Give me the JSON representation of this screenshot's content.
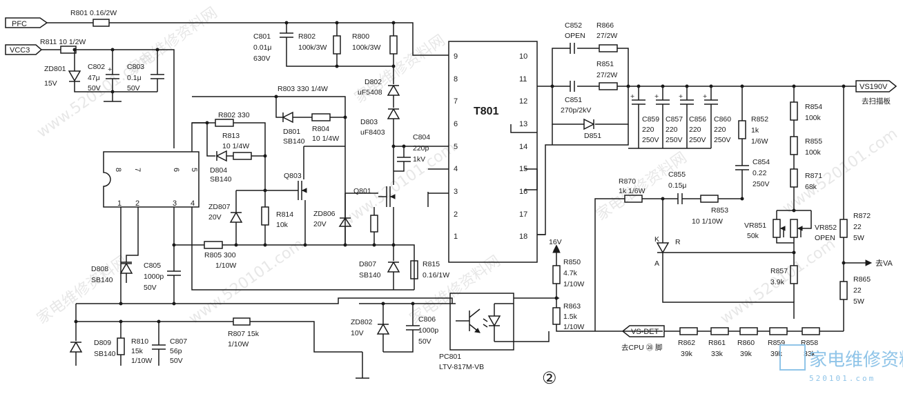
{
  "ports": {
    "pfc": "PFC",
    "vcc3": "VCC3",
    "vs190v": "VS190V",
    "vs190v_dest": "去扫描板",
    "to_va": "去VA",
    "vs_det": "VS-DET",
    "vs_det_dest": "去CPU ㉘ 脚"
  },
  "parts": {
    "r801": "R801 0.16/2W",
    "r811": "R811 10 1/2W",
    "zd801": [
      "ZD801",
      "15V"
    ],
    "c802": [
      "C802",
      "47μ",
      "50V"
    ],
    "c803": [
      "C803",
      "0.1μ",
      "50V"
    ],
    "c801": [
      "C801",
      "0.01μ",
      "630V"
    ],
    "r802a": [
      "R802",
      "100k/3W"
    ],
    "r800": [
      "R800",
      "100k/3W"
    ],
    "d802": [
      "D802",
      "uF5408"
    ],
    "d803": [
      "D803",
      "uF8403"
    ],
    "r803": "R803 330 1/4W",
    "d801": [
      "D801",
      "SB140"
    ],
    "r804": [
      "R804",
      "10 1/4W"
    ],
    "r802b": "R802 330",
    "r813": [
      "R813",
      "10 1/4W"
    ],
    "d804": [
      "D804",
      "SB140"
    ],
    "c804": [
      "C804",
      "220p",
      "1kV"
    ],
    "q803": "Q803",
    "q801": "Q801",
    "zd807": [
      "ZD807",
      "20V"
    ],
    "r814": [
      "R814",
      "10k"
    ],
    "zd806": [
      "ZD806",
      "20V"
    ],
    "r805": [
      "R805 300",
      "1/10W"
    ],
    "d807": [
      "D807",
      "SB140"
    ],
    "r815": [
      "R815",
      "0.16/1W"
    ],
    "d808": [
      "D808",
      "SB140"
    ],
    "c805": [
      "C805",
      "1000p",
      "50V"
    ],
    "d809": [
      "D809",
      "SB140"
    ],
    "r810": [
      "R810",
      "15k",
      "1/10W"
    ],
    "c807": [
      "C807",
      "56p",
      "50V"
    ],
    "r807": [
      "R807 15k",
      "1/10W"
    ],
    "zd802": [
      "ZD802",
      "10V"
    ],
    "c806": [
      "C806",
      "1000p",
      "50V"
    ],
    "pc801": [
      "PC801",
      "LTV-817M-VB"
    ],
    "t801": "T801",
    "c852": [
      "C852",
      "OPEN"
    ],
    "r866": [
      "R866",
      "27/2W"
    ],
    "r851": [
      "R851",
      "27/2W"
    ],
    "c851": [
      "C851",
      "270p/2kV"
    ],
    "d851": "D851",
    "c859": [
      "C859",
      "220",
      "250V"
    ],
    "c857": [
      "C857",
      "220",
      "250V"
    ],
    "c856": [
      "C856",
      "220",
      "250V"
    ],
    "c860": [
      "C860",
      "220",
      "250V"
    ],
    "r852": [
      "R852",
      "1k",
      "1/6W"
    ],
    "c854": [
      "C854",
      "0.22",
      "250V"
    ],
    "r854": [
      "R854",
      "100k"
    ],
    "r855": [
      "R855",
      "100k"
    ],
    "r871": [
      "R871",
      "68k"
    ],
    "r870": [
      "R870",
      "1k 1/6W"
    ],
    "c855": [
      "C855",
      "0.15μ"
    ],
    "r853": [
      "R853",
      "10 1/10W"
    ],
    "vr851": [
      "VR851",
      "50k"
    ],
    "vr852": [
      "VR852",
      "OPEN"
    ],
    "r857": [
      "R857",
      "3.9k"
    ],
    "r872": [
      "R872",
      "22",
      "5W"
    ],
    "r865": [
      "R865",
      "22",
      "5W"
    ],
    "v16": "16V",
    "r850": [
      "R850",
      "4.7k",
      "1/10W"
    ],
    "r863": [
      "R863",
      "1.5k",
      "1/10W"
    ],
    "ka_k": "K",
    "ka_r": "R",
    "ka_a": "A",
    "r862": [
      "R862",
      "39k"
    ],
    "r861": [
      "R861",
      "33k"
    ],
    "r860": [
      "R860",
      "39k"
    ],
    "r859": [
      "R859",
      "39k"
    ],
    "r858": [
      "R858",
      "33k"
    ],
    "ic_pins_top": [
      "8",
      "7",
      "6",
      "5"
    ],
    "ic_pins_bottom": [
      "1",
      "2",
      "3",
      "4"
    ],
    "t801_left_pins": [
      "9",
      "8",
      "7",
      "6",
      "5",
      "4",
      "3",
      "2",
      "1"
    ],
    "t801_right_pins": [
      "10",
      "11",
      "12",
      "13",
      "14",
      "15",
      "16",
      "17",
      "18"
    ]
  },
  "figure_number": "②",
  "watermark": {
    "text": "家电维修资料网",
    "url": "www.520101.com",
    "logo_text": "家电维修资料网",
    "logo_url": "520101.com"
  }
}
